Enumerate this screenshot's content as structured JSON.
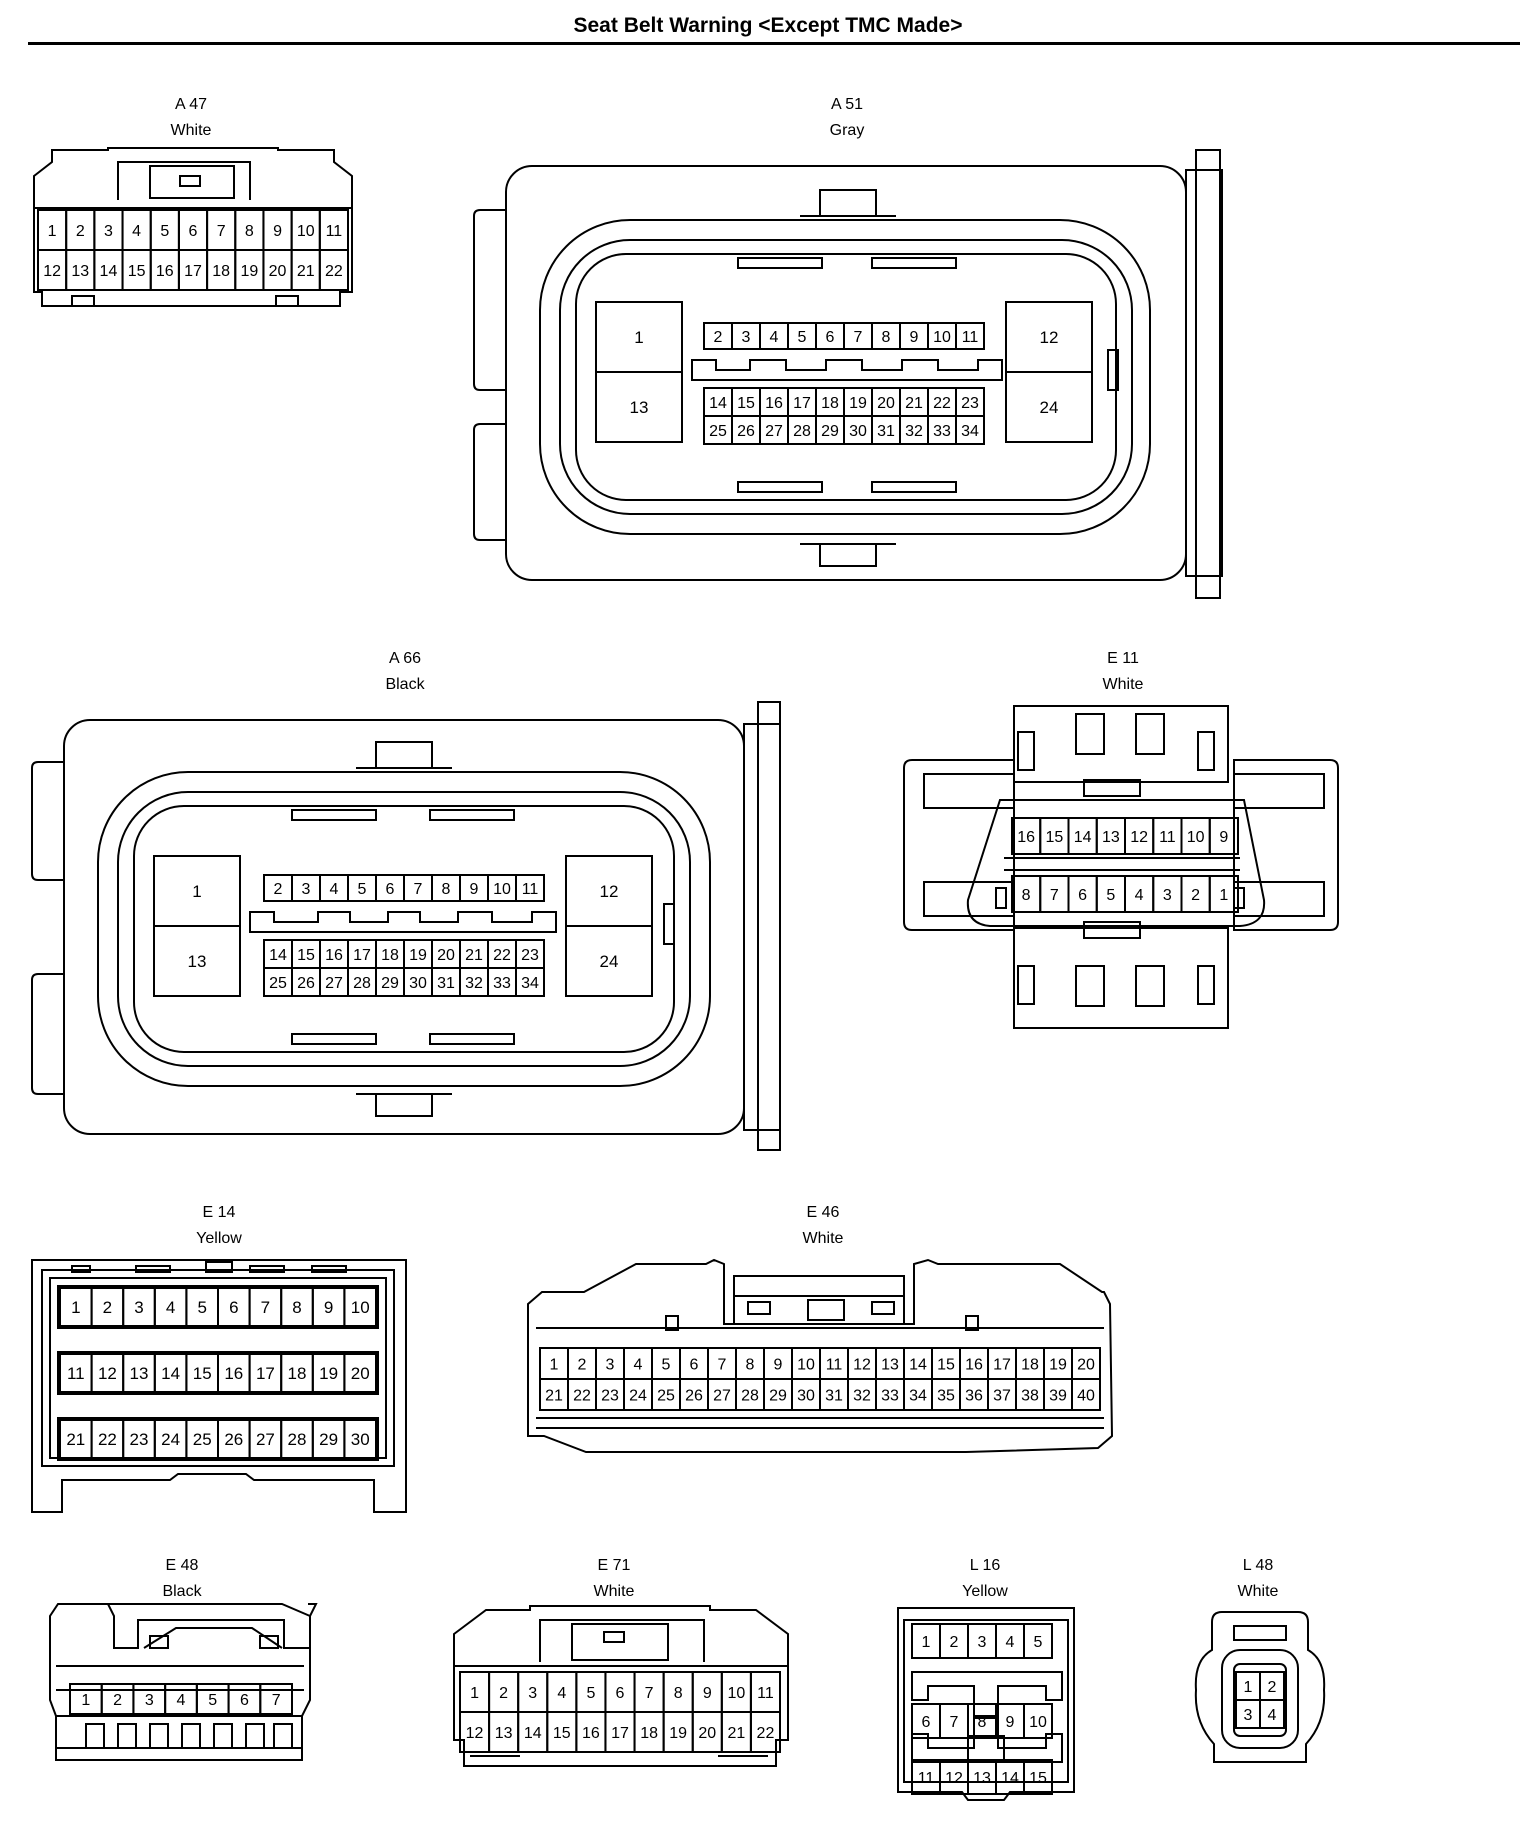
{
  "title": "Seat Belt Warning <Except TMC Made>",
  "connectors": [
    {
      "code": "A 47",
      "color": "White"
    },
    {
      "code": "A 51",
      "color": "Gray"
    },
    {
      "code": "A 66",
      "color": "Black"
    },
    {
      "code": "E 11",
      "color": "White"
    },
    {
      "code": "E 14",
      "color": "Yellow"
    },
    {
      "code": "E 46",
      "color": "White"
    },
    {
      "code": "E 48",
      "color": "Black"
    },
    {
      "code": "E 71",
      "color": "White"
    },
    {
      "code": "L 16",
      "color": "Yellow"
    },
    {
      "code": "L 48",
      "color": "White"
    }
  ]
}
